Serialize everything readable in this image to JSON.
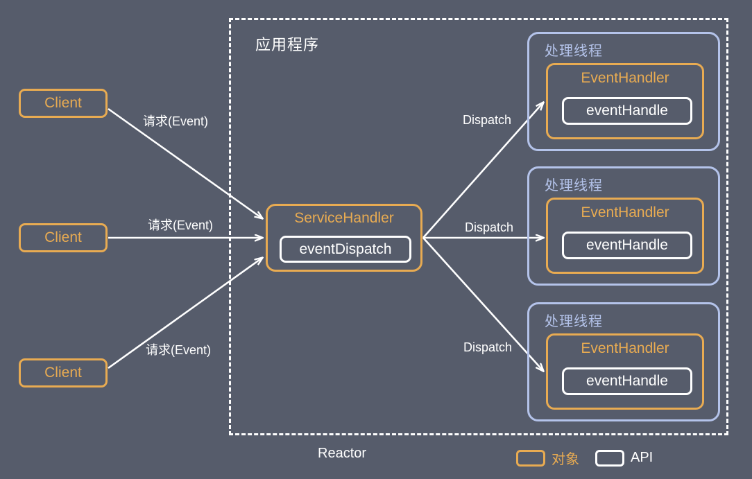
{
  "diagram": {
    "title": "Reactor multi-thread dispatch diagram",
    "app_boundary": {
      "label": "应用程序",
      "outer_label": "Reactor"
    },
    "colors": {
      "background": "#565c6b",
      "object_orange": "#e8ab52",
      "api_white": "#ffffff",
      "thread_blue": "#b4c3ea"
    }
  },
  "clients": [
    {
      "label": "Client"
    },
    {
      "label": "Client"
    },
    {
      "label": "Client"
    }
  ],
  "service_handler": {
    "title": "ServiceHandler",
    "api": "eventDispatch"
  },
  "threads": [
    {
      "title": "处理线程",
      "handler": "EventHandler",
      "api": "eventHandle"
    },
    {
      "title": "处理线程",
      "handler": "EventHandler",
      "api": "eventHandle"
    },
    {
      "title": "处理线程",
      "handler": "EventHandler",
      "api": "eventHandle"
    }
  ],
  "edges": {
    "request_labels": [
      "请求(Event)",
      "请求(Event)",
      "请求(Event)"
    ],
    "dispatch_labels": [
      "Dispatch",
      "Dispatch",
      "Dispatch"
    ]
  },
  "legend": {
    "object_label": "对象",
    "api_label": "API"
  }
}
